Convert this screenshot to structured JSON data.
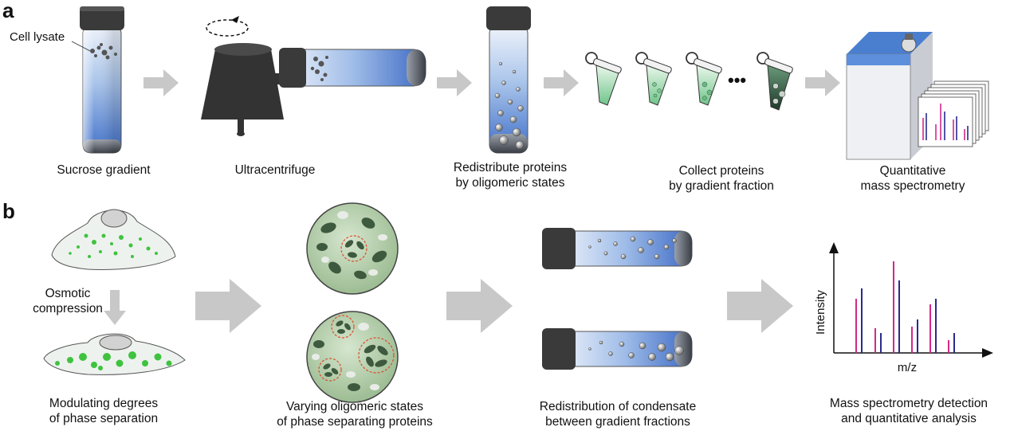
{
  "panel_a": {
    "letter": "a",
    "cell_lysate": "Cell lysate",
    "steps": [
      {
        "label": "Sucrose gradient"
      },
      {
        "label": "Ultracentrifuge"
      },
      {
        "label": "Redistribute proteins\nby oligomeric states"
      },
      {
        "label": "Collect proteins\nby gradient fraction"
      },
      {
        "label": "Quantitative\nmass spectrometry"
      }
    ],
    "ellipsis": "•••"
  },
  "panel_b": {
    "letter": "b",
    "osmotic": "Osmotic\ncompression",
    "steps": [
      {
        "label": "Modulating degrees\nof phase separation"
      },
      {
        "label": "Varying oligomeric states\nof phase separating proteins"
      },
      {
        "label": "Redistribution of condensate\nbetween gradient fractions"
      },
      {
        "label": "Mass spectrometry detection\nand quantitative analysis"
      }
    ],
    "plot": {
      "ylabel": "Intensity",
      "xlabel": "m/z"
    }
  },
  "colors": {
    "arrow": "#c8c8c8",
    "magenta": "#d4288a",
    "navy": "#2a2a8c",
    "cap": "#3a3a3a",
    "green": "#5ccf5c",
    "dark_green": "#3d5a3d"
  }
}
